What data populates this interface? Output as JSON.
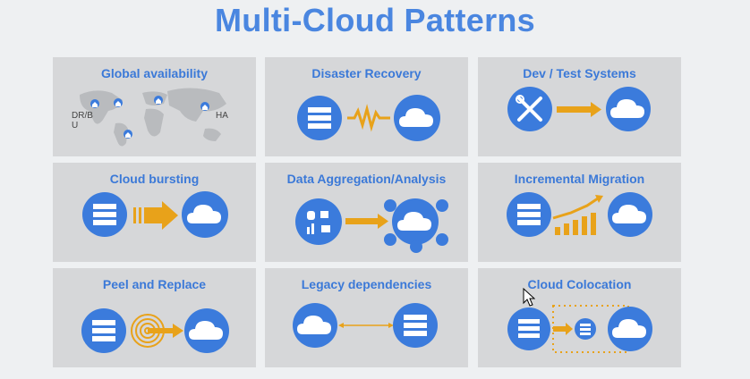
{
  "title": "Multi-Cloud Patterns",
  "cards": [
    {
      "title": "Global availability",
      "labels": {
        "left": "DR/B\nU",
        "right": "HA"
      }
    },
    {
      "title": "Disaster Recovery"
    },
    {
      "title": "Dev / Test Systems"
    },
    {
      "title": "Cloud bursting"
    },
    {
      "title": "Data Aggregation/Analysis"
    },
    {
      "title": "Incremental Migration"
    },
    {
      "title": "Peel and Replace"
    },
    {
      "title": "Legacy dependencies"
    },
    {
      "title": "Cloud Colocation"
    }
  ],
  "colors": {
    "title_blue": "#4a86e0",
    "icon_blue": "#3b7bdc",
    "arrow_orange": "#e8a21a",
    "card_gray": "#d6d7d9",
    "background": "#eef0f2"
  },
  "icons": [
    "world-map-icon",
    "home-pin-icon",
    "server-icon",
    "cloud-icon",
    "tools-icon",
    "arrow-icon",
    "heartbeat-icon",
    "database-icon",
    "chart-icon",
    "growth-bars-icon",
    "target-rings-icon",
    "double-arrow-icon",
    "mouse-pointer-icon"
  ]
}
